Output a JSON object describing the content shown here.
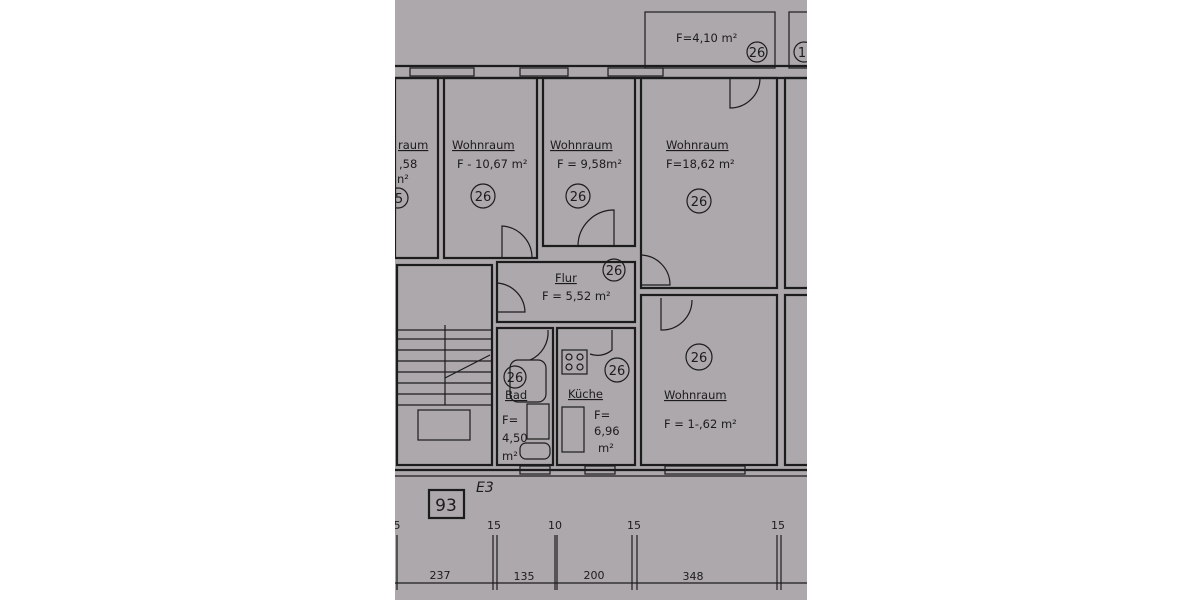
{
  "balcony": {
    "area": "F=4,10 m²",
    "number": "26"
  },
  "rooms": [
    {
      "name": "raum",
      "area": ",58",
      "unit": "n²",
      "number": "5"
    },
    {
      "name": "Wohnraum",
      "area": "F - 10,67 m²",
      "number": "26"
    },
    {
      "name": "Wohnraum",
      "area": "F = 9,58m²",
      "number": "26"
    },
    {
      "name": "Wohnraum",
      "area": "F=18,62 m²",
      "number": "26"
    },
    {
      "name": "Flur",
      "area": "F = 5,52 m²",
      "number": "26"
    },
    {
      "name": "Bad",
      "area_lines": [
        "F=",
        "4,50",
        "m²"
      ],
      "number": "26"
    },
    {
      "name": "Küche",
      "area_lines": [
        "F=",
        "6,96",
        "m²"
      ],
      "number": "26"
    },
    {
      "name": "Wohnraum",
      "area": "F = 1-,62 m²",
      "number": "26"
    }
  ],
  "neighbor_number": "1",
  "axis_label": "E3",
  "unit_number": "93",
  "dimensions": {
    "wall_labels": [
      "5",
      "15",
      "10",
      "15",
      "15"
    ],
    "span_labels": [
      "237",
      "135",
      "200",
      "348"
    ]
  }
}
